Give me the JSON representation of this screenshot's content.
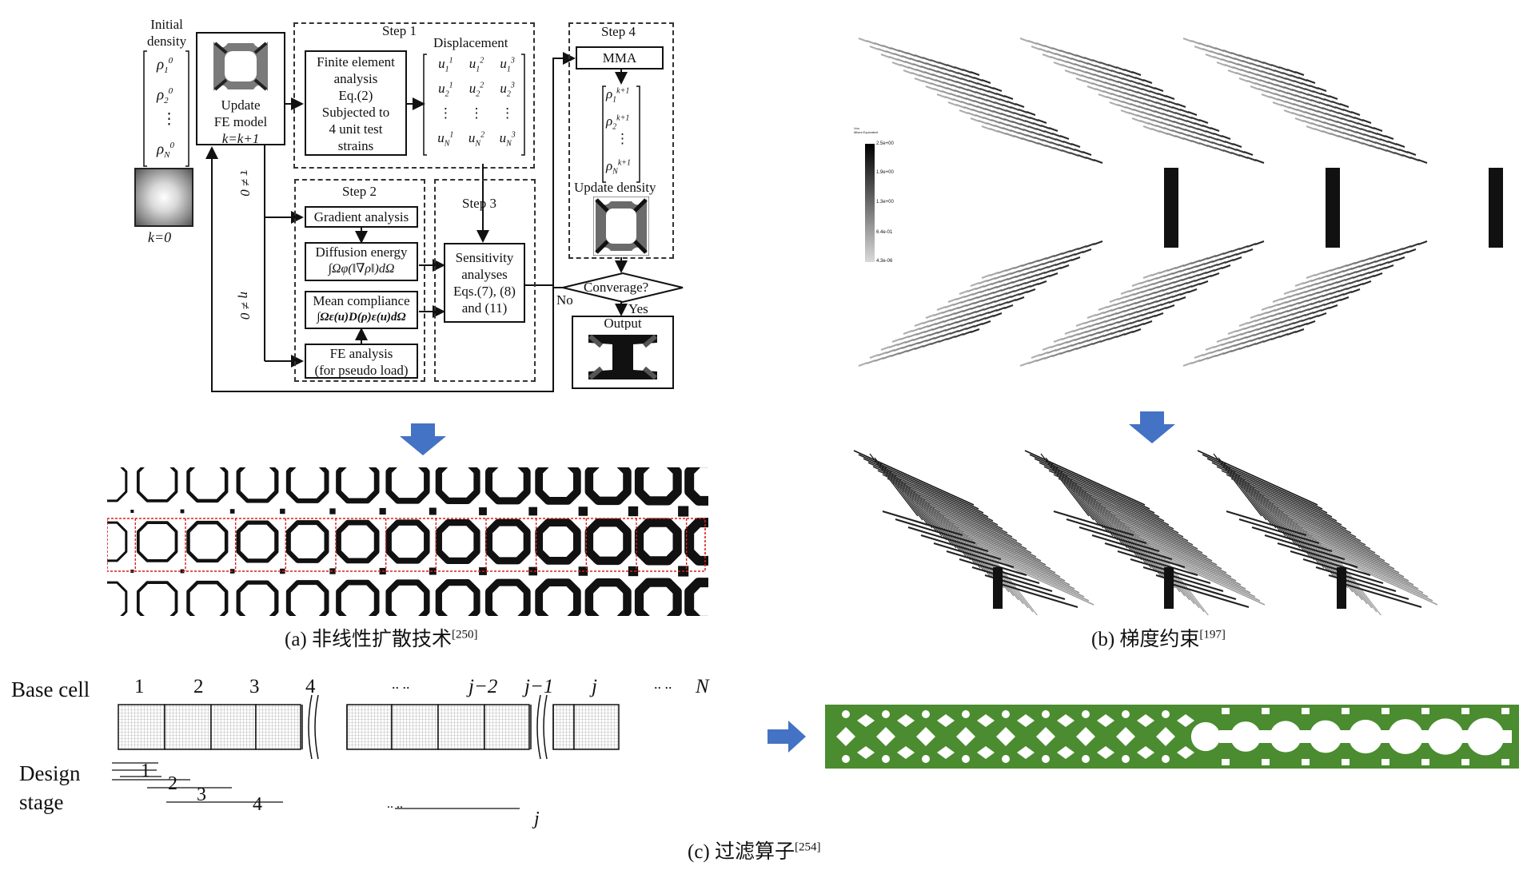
{
  "panel_a": {
    "initial_density": [
      "Initial",
      "density"
    ],
    "rho_init": [
      "ρ",
      "1",
      "0",
      "ρ",
      "2",
      "0",
      "⋮",
      "ρ",
      "N",
      "0"
    ],
    "k0": "k=0",
    "update_fe": [
      "Update",
      "FE model",
      "k=k+1"
    ],
    "step1": "Step 1",
    "fe_analysis": [
      "Finite element",
      "analysis",
      "Eq.(2)",
      "Subjected to",
      "4 unit test",
      "strains"
    ],
    "displacement": "Displacement",
    "disp_matrix": [
      [
        "u",
        "1",
        "1"
      ],
      [
        "u",
        "1",
        "2"
      ],
      [
        "u",
        "1",
        "3"
      ],
      [
        "u",
        "2",
        "1"
      ],
      [
        "u",
        "2",
        "2"
      ],
      [
        "u",
        "2",
        "3"
      ],
      [
        "⋮"
      ],
      [
        "⋮"
      ],
      [
        "⋮"
      ],
      [
        "u",
        "N",
        "1"
      ],
      [
        "u",
        "N",
        "2"
      ],
      [
        "u",
        "N",
        "3"
      ]
    ],
    "step2": "Step 2",
    "gradient": "Gradient analysis",
    "diffusion": "Diffusion energy",
    "diffusion_formula": "∫Ωφ(‖∇ρ‖)dΩ",
    "mean_compliance": "Mean compliance",
    "compliance_formula": "∫Ωε(u)D(ρ)ε(u)dΩ",
    "fe_pseudo": [
      "FE analysis",
      "(for pseudo load)"
    ],
    "step3": "Step 3",
    "sensitivity": [
      "Sensitivity",
      "analyses",
      "Eqs.(7), (8)",
      "and (11)"
    ],
    "step4": "Step 4",
    "mma": "MMA",
    "rho_k1": [
      "ρ",
      "1",
      "k+1",
      "ρ",
      "2",
      "k+1",
      "⋮",
      "ρ",
      "N",
      "k+1"
    ],
    "update_density": "Update density",
    "converge": "Converage?",
    "no": "No",
    "yes": "Yes",
    "output": "Output",
    "tau": "τ ≠ 0",
    "eta": "η ≠ 0",
    "caption": "(a) 非线性扩散技术",
    "caption_ref": "[250]"
  },
  "panel_b": {
    "caption": "(b) 梯度约束",
    "caption_ref": "[197]",
    "colorbar_title": [
      "Von",
      "Mises Equivalent"
    ],
    "colorbar_ticks": [
      "2.5e+00",
      "1.9e+00",
      "1.3e+00",
      "6.4e-01",
      "4.3e-06"
    ]
  },
  "panel_c": {
    "base_cell": "Base cell",
    "cells": [
      "1",
      "2",
      "3",
      "4",
      "..  ..",
      "j−2",
      "j−1",
      "j",
      "..  ..",
      "N"
    ],
    "design_stage": [
      "Design",
      "stage"
    ],
    "stages": [
      "1",
      "2",
      "3",
      "4",
      "..  ..",
      "j"
    ],
    "caption": "(c) 过滤算子",
    "caption_ref": "[254]"
  },
  "colors": {
    "arrow": "#4472c4",
    "green": "#4a8c2f",
    "red_dash": "#d62020"
  }
}
